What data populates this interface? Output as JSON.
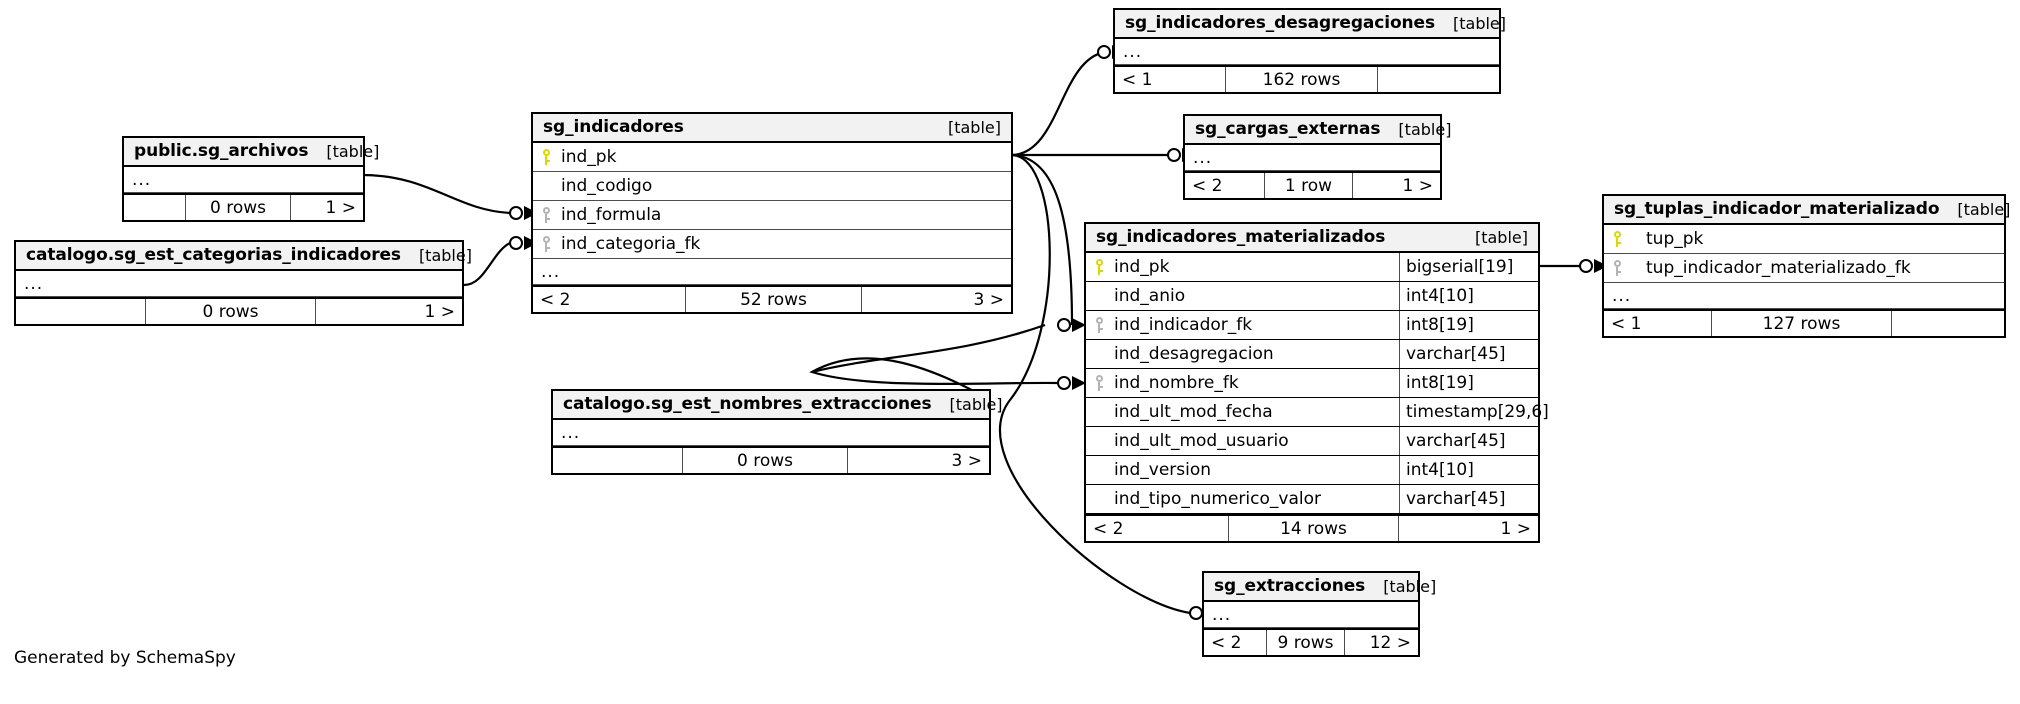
{
  "footer": {
    "credit": "Generated by SchemaSpy"
  },
  "labels": {
    "table_tag": "[table]",
    "ellipsis": "..."
  },
  "colors": {
    "pk_key": "#d9d900",
    "fk_key": "#b3b3b3",
    "header_bg": "#f2f2f2",
    "border": "#000000",
    "line": "#000000"
  },
  "tables": [
    {
      "id": "public_sg_archivos",
      "name": "public.sg_archivos",
      "tag": "[table]",
      "columns": [],
      "has_ellipsis": true,
      "footer": {
        "left": "",
        "middle": "0 rows",
        "right": "1 >"
      }
    },
    {
      "id": "catalogo_sg_est_categorias_indicadores",
      "name": "catalogo.sg_est_categorias_indicadores",
      "tag": "[table]",
      "columns": [],
      "has_ellipsis": true,
      "footer": {
        "left": "",
        "middle": "0 rows",
        "right": "1 >"
      }
    },
    {
      "id": "sg_indicadores",
      "name": "sg_indicadores",
      "tag": "[table]",
      "columns": [
        {
          "key": "pk",
          "name": "ind_pk",
          "type": ""
        },
        {
          "key": "none",
          "name": "ind_codigo",
          "type": ""
        },
        {
          "key": "fk",
          "name": "ind_formula",
          "type": ""
        },
        {
          "key": "fk",
          "name": "ind_categoria_fk",
          "type": ""
        }
      ],
      "has_ellipsis": true,
      "footer": {
        "left": "< 2",
        "middle": "52 rows",
        "right": "3 >"
      }
    },
    {
      "id": "sg_indicadores_desagregaciones",
      "name": "sg_indicadores_desagregaciones",
      "tag": "[table]",
      "columns": [],
      "has_ellipsis": true,
      "footer": {
        "left": "< 1",
        "middle": "162 rows",
        "right": ""
      }
    },
    {
      "id": "sg_cargas_externas",
      "name": "sg_cargas_externas",
      "tag": "[table]",
      "columns": [],
      "has_ellipsis": true,
      "footer": {
        "left": "< 2",
        "middle": "1 row",
        "right": "1 >"
      }
    },
    {
      "id": "sg_indicadores_materializados",
      "name": "sg_indicadores_materializados",
      "tag": "[table]",
      "columns": [
        {
          "key": "pk",
          "name": "ind_pk",
          "type": "bigserial[19]"
        },
        {
          "key": "none",
          "name": "ind_anio",
          "type": "int4[10]"
        },
        {
          "key": "fk",
          "name": "ind_indicador_fk",
          "type": "int8[19]"
        },
        {
          "key": "none",
          "name": "ind_desagregacion",
          "type": "varchar[45]"
        },
        {
          "key": "fk",
          "name": "ind_nombre_fk",
          "type": "int8[19]"
        },
        {
          "key": "none",
          "name": "ind_ult_mod_fecha",
          "type": "timestamp[29,6]"
        },
        {
          "key": "none",
          "name": "ind_ult_mod_usuario",
          "type": "varchar[45]"
        },
        {
          "key": "none",
          "name": "ind_version",
          "type": "int4[10]"
        },
        {
          "key": "none",
          "name": "ind_tipo_numerico_valor",
          "type": "varchar[45]"
        }
      ],
      "has_ellipsis": false,
      "footer": {
        "left": "< 2",
        "middle": "14 rows",
        "right": "1 >"
      }
    },
    {
      "id": "sg_tuplas_indicador_materializado",
      "name": "sg_tuplas_indicador_materializado",
      "tag": "[table]",
      "columns": [
        {
          "key": "pk",
          "name": "tup_pk",
          "type": ""
        },
        {
          "key": "fk",
          "name": "tup_indicador_materializado_fk",
          "type": ""
        }
      ],
      "has_ellipsis": true,
      "footer": {
        "left": "< 1",
        "middle": "127 rows",
        "right": ""
      }
    },
    {
      "id": "catalogo_sg_est_nombres_extracciones",
      "name": "catalogo.sg_est_nombres_extracciones",
      "tag": "[table]",
      "columns": [],
      "has_ellipsis": true,
      "footer": {
        "left": "",
        "middle": "0 rows",
        "right": "3 >"
      }
    },
    {
      "id": "sg_extracciones",
      "name": "sg_extracciones",
      "tag": "[table]",
      "columns": [],
      "has_ellipsis": true,
      "footer": {
        "left": "< 2",
        "middle": "9 rows",
        "right": "12 >"
      }
    }
  ]
}
